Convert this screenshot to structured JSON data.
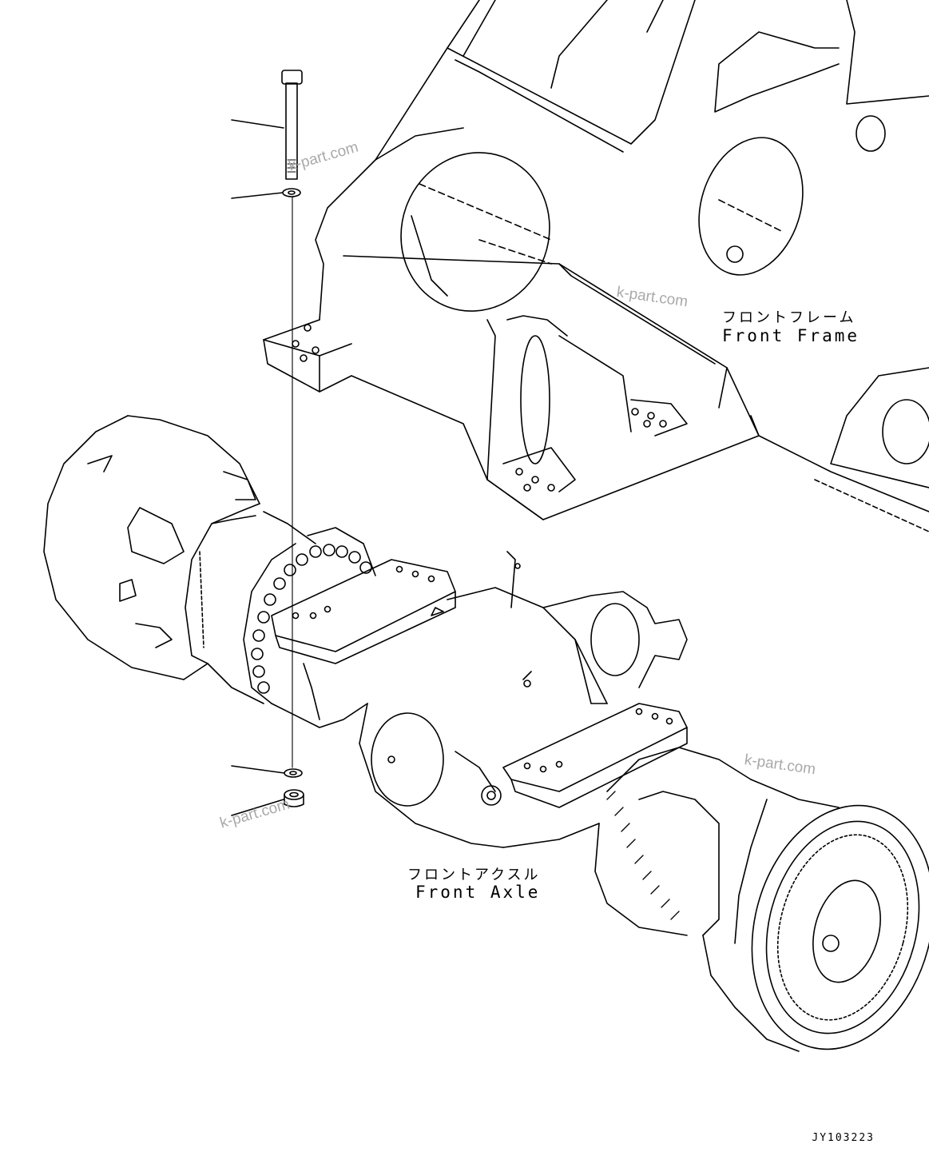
{
  "labels": {
    "front_frame_jp": "フロントフレーム",
    "front_frame_en": "Front Frame",
    "front_axle_jp": "フロントアクスル",
    "front_axle_en": "Front Axle"
  },
  "watermarks": [
    "k-part.com",
    "k-part.com",
    "k-part.com",
    "k-part.com"
  ],
  "drawing_id": "JY103223",
  "colors": {
    "line": "#000000",
    "watermark": "#a9a9a9",
    "background": "#ffffff"
  }
}
